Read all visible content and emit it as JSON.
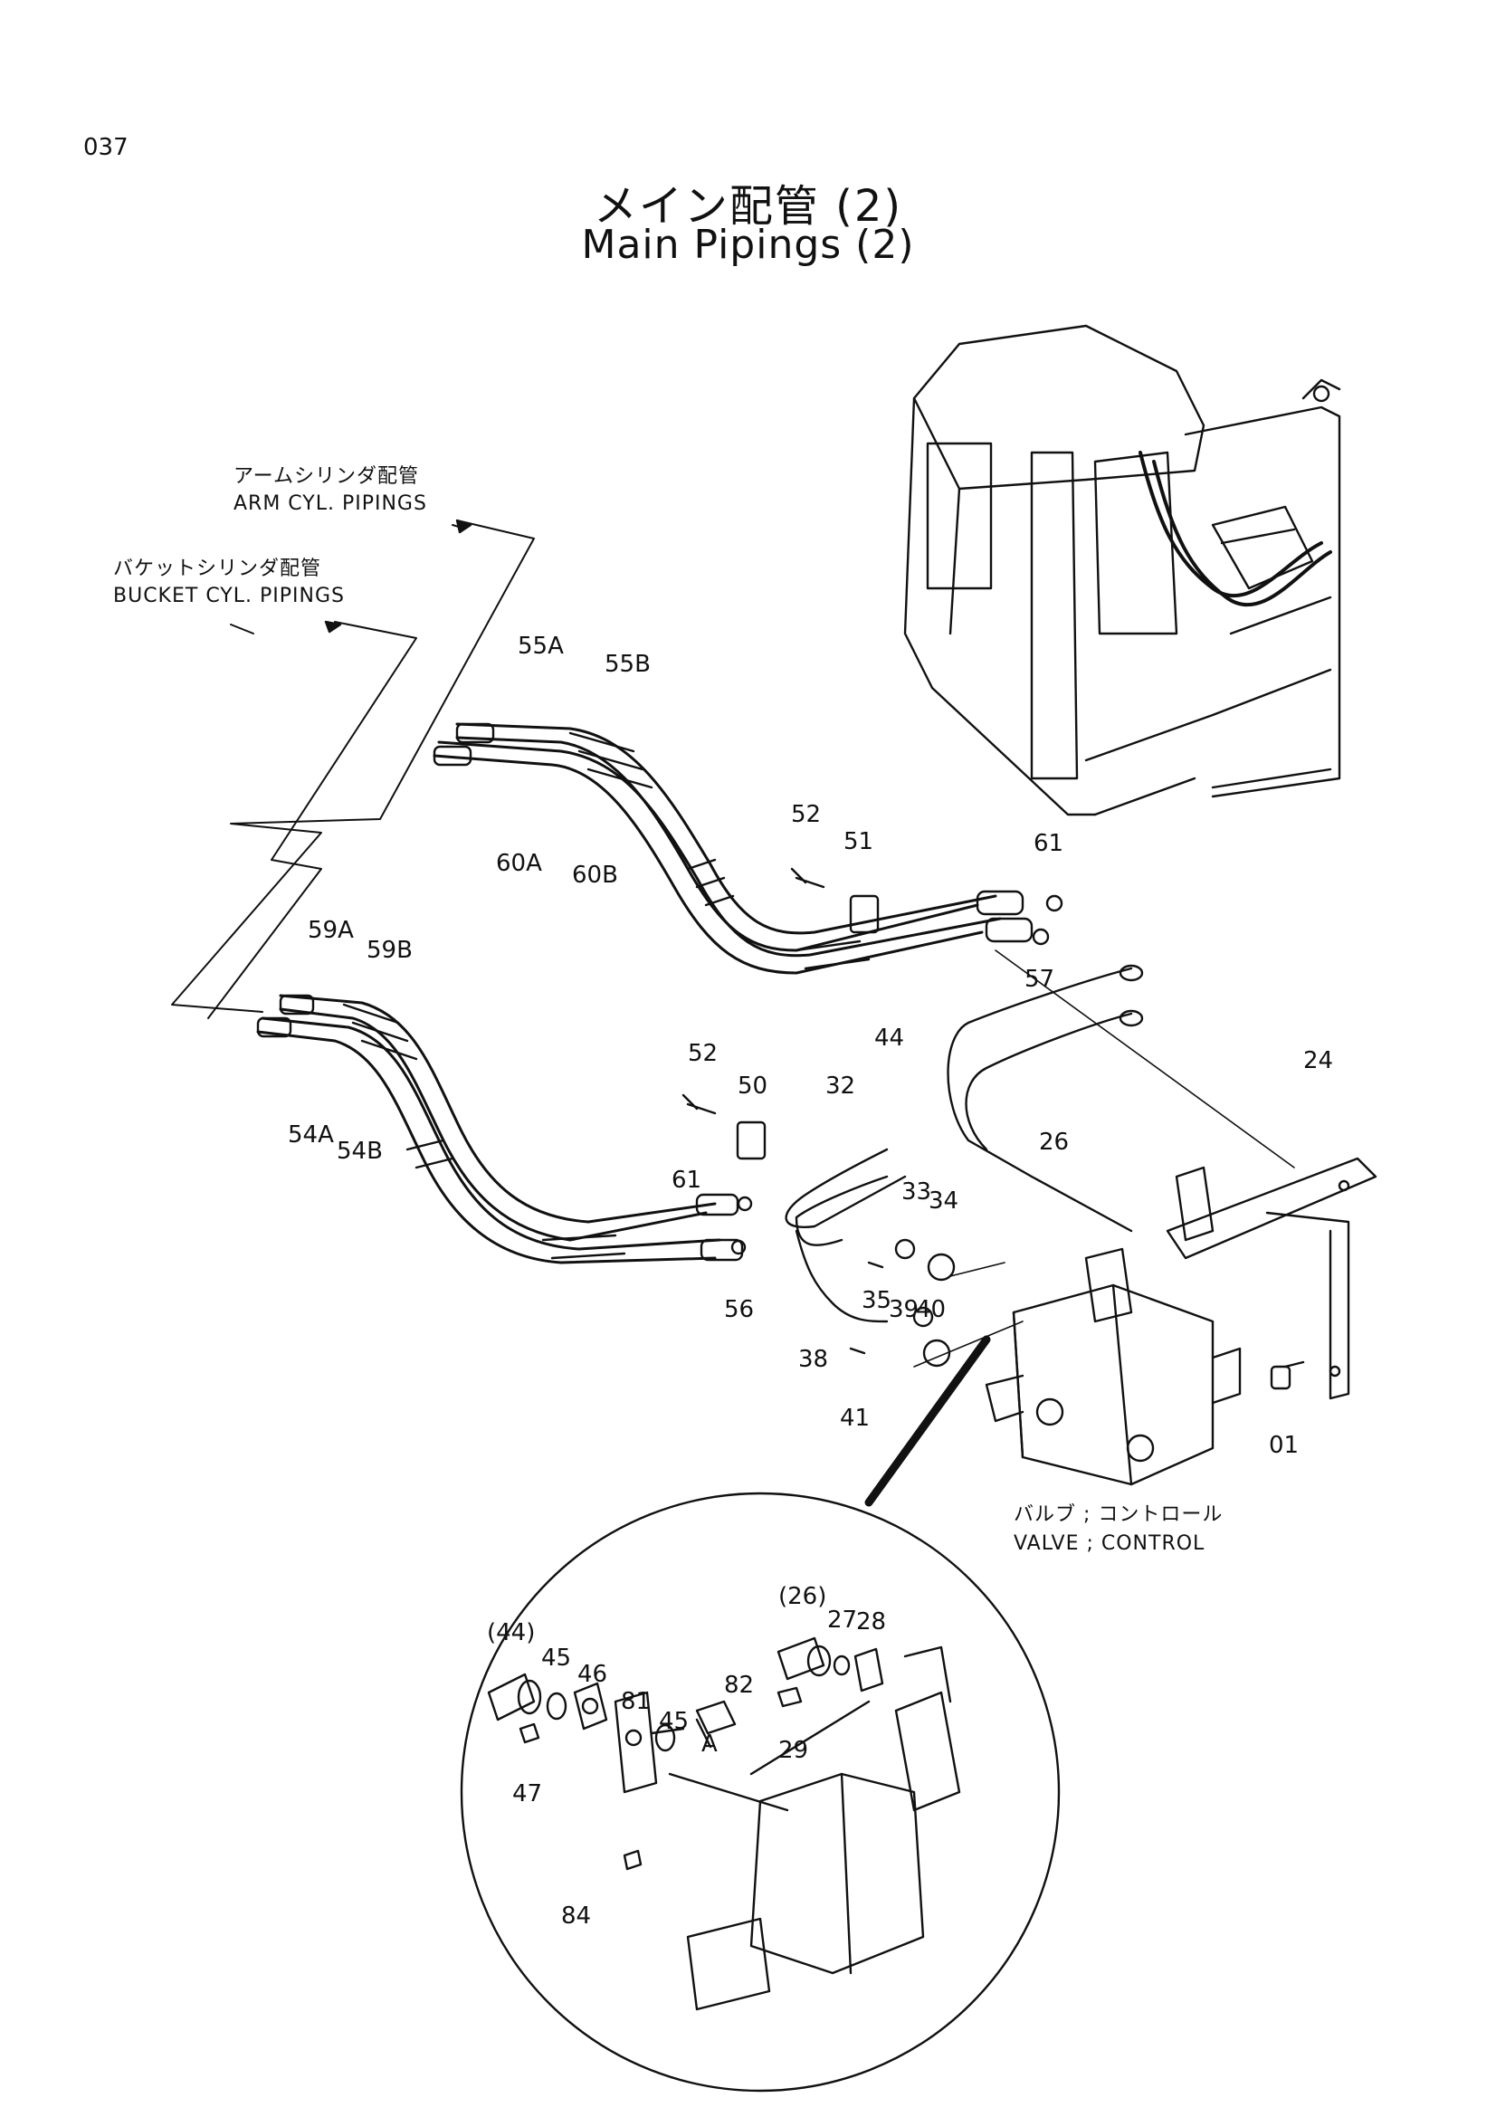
{
  "page_number": "037",
  "title_jp": "メイン配管 (2)",
  "title_en": "Main Pipings (2)",
  "notes": {
    "arm_jp": "アームシリンダ配管",
    "arm_en": "ARM CYL. PIPINGS",
    "bucket_jp": "バケットシリンダ配管",
    "bucket_en": "BUCKET CYL. PIPINGS",
    "valve_jp": "バルブ ; コントロール",
    "valve_en": "VALVE ; CONTROL"
  },
  "labels": {
    "p55A": "55A",
    "p55B": "55B",
    "p60A": "60A",
    "p60B": "60B",
    "p59A": "59A",
    "p59B": "59B",
    "p54A": "54A",
    "p54B": "54B",
    "p52a": "52",
    "p51": "51",
    "p61a": "61",
    "p57": "57",
    "p44": "44",
    "p26": "26",
    "p24": "24",
    "p52b": "52",
    "p50": "50",
    "p32": "32",
    "p61b": "61",
    "p33": "33",
    "p34": "34",
    "p56": "56",
    "p35": "35",
    "p39": "39",
    "p40": "40",
    "p38": "38",
    "p41": "41",
    "p01": "01"
  },
  "detail_labels": {
    "d44": "(44)",
    "d45a": "45",
    "d46": "46",
    "d81": "81",
    "d45b": "45",
    "dA": "A",
    "d82": "82",
    "d26": "(26)",
    "d27": "27",
    "d28": "28",
    "d29": "29",
    "d47": "47",
    "d84": "84"
  }
}
